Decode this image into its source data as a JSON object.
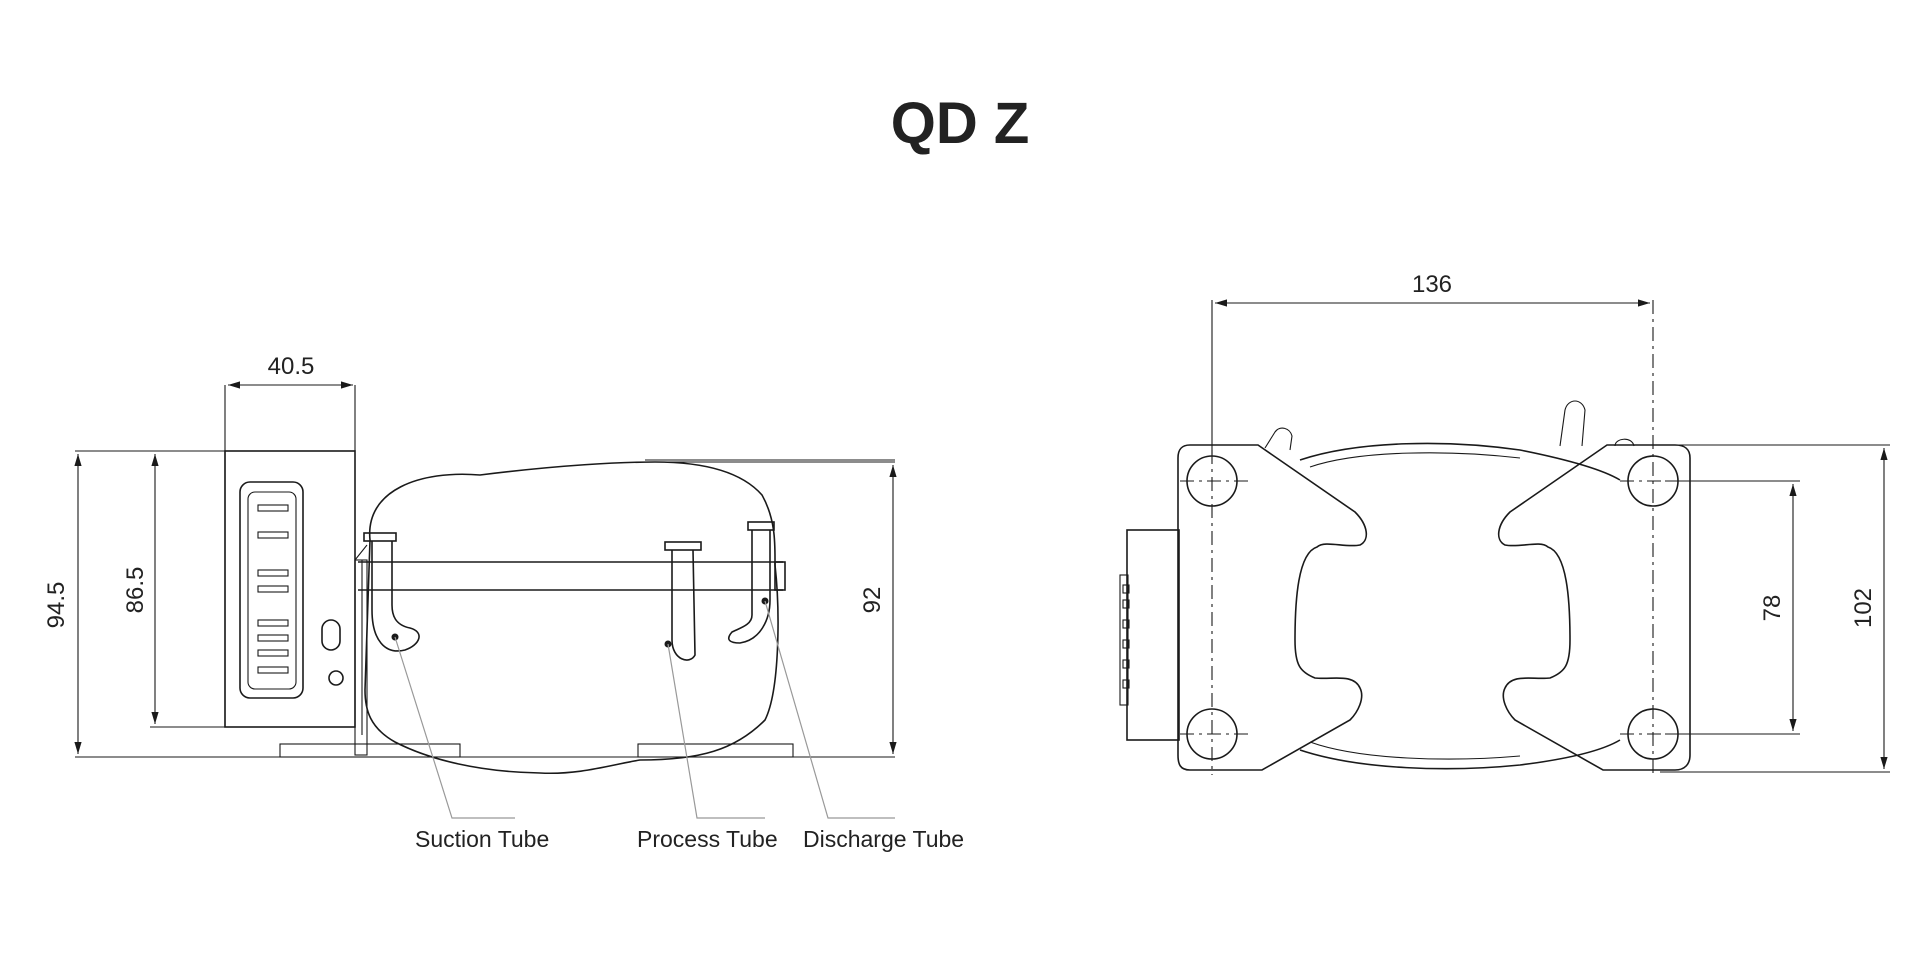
{
  "title": "QD Z",
  "side_view": {
    "dimensions": {
      "width_box": "40.5",
      "total_height": "94.5",
      "box_height": "86.5",
      "body_height": "92"
    },
    "callouts": {
      "suction": "Suction Tube",
      "process": "Process Tube",
      "discharge": "Discharge Tube"
    }
  },
  "top_view": {
    "dimensions": {
      "hole_spacing_x": "136",
      "hole_spacing_y": "78",
      "base_height": "102"
    }
  },
  "colors": {
    "line": "#1a1a1a",
    "text": "#222222",
    "leader": "#999999"
  }
}
